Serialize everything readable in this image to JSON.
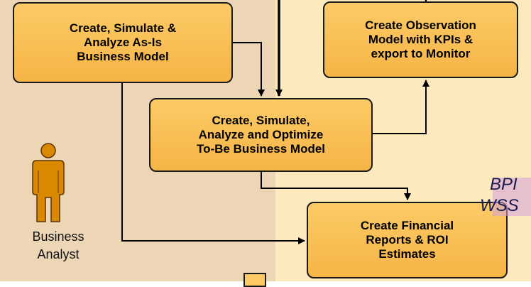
{
  "process_boxes": {
    "as_is": [
      "Create, Simulate &",
      "Analyze As-Is",
      "Business Model"
    ],
    "observation": [
      "Create Observation",
      "Model with KPIs &",
      "export to Monitor"
    ],
    "to_be": [
      "Create, Simulate,",
      "Analyze and Optimize",
      "To-Be Business Model"
    ],
    "financial": [
      "Create Financial",
      "Reports & ROI",
      "Estimates"
    ]
  },
  "actor": {
    "icon": "person-icon",
    "label_line1": "Business",
    "label_line2": "Analyst",
    "color": "#d98800"
  },
  "side_text": {
    "line1": "BPI",
    "line2": "WSS"
  },
  "colors": {
    "box_fill": "#f8bc52",
    "left_background": "#ecd6b5",
    "right_background": "#fde9be"
  }
}
